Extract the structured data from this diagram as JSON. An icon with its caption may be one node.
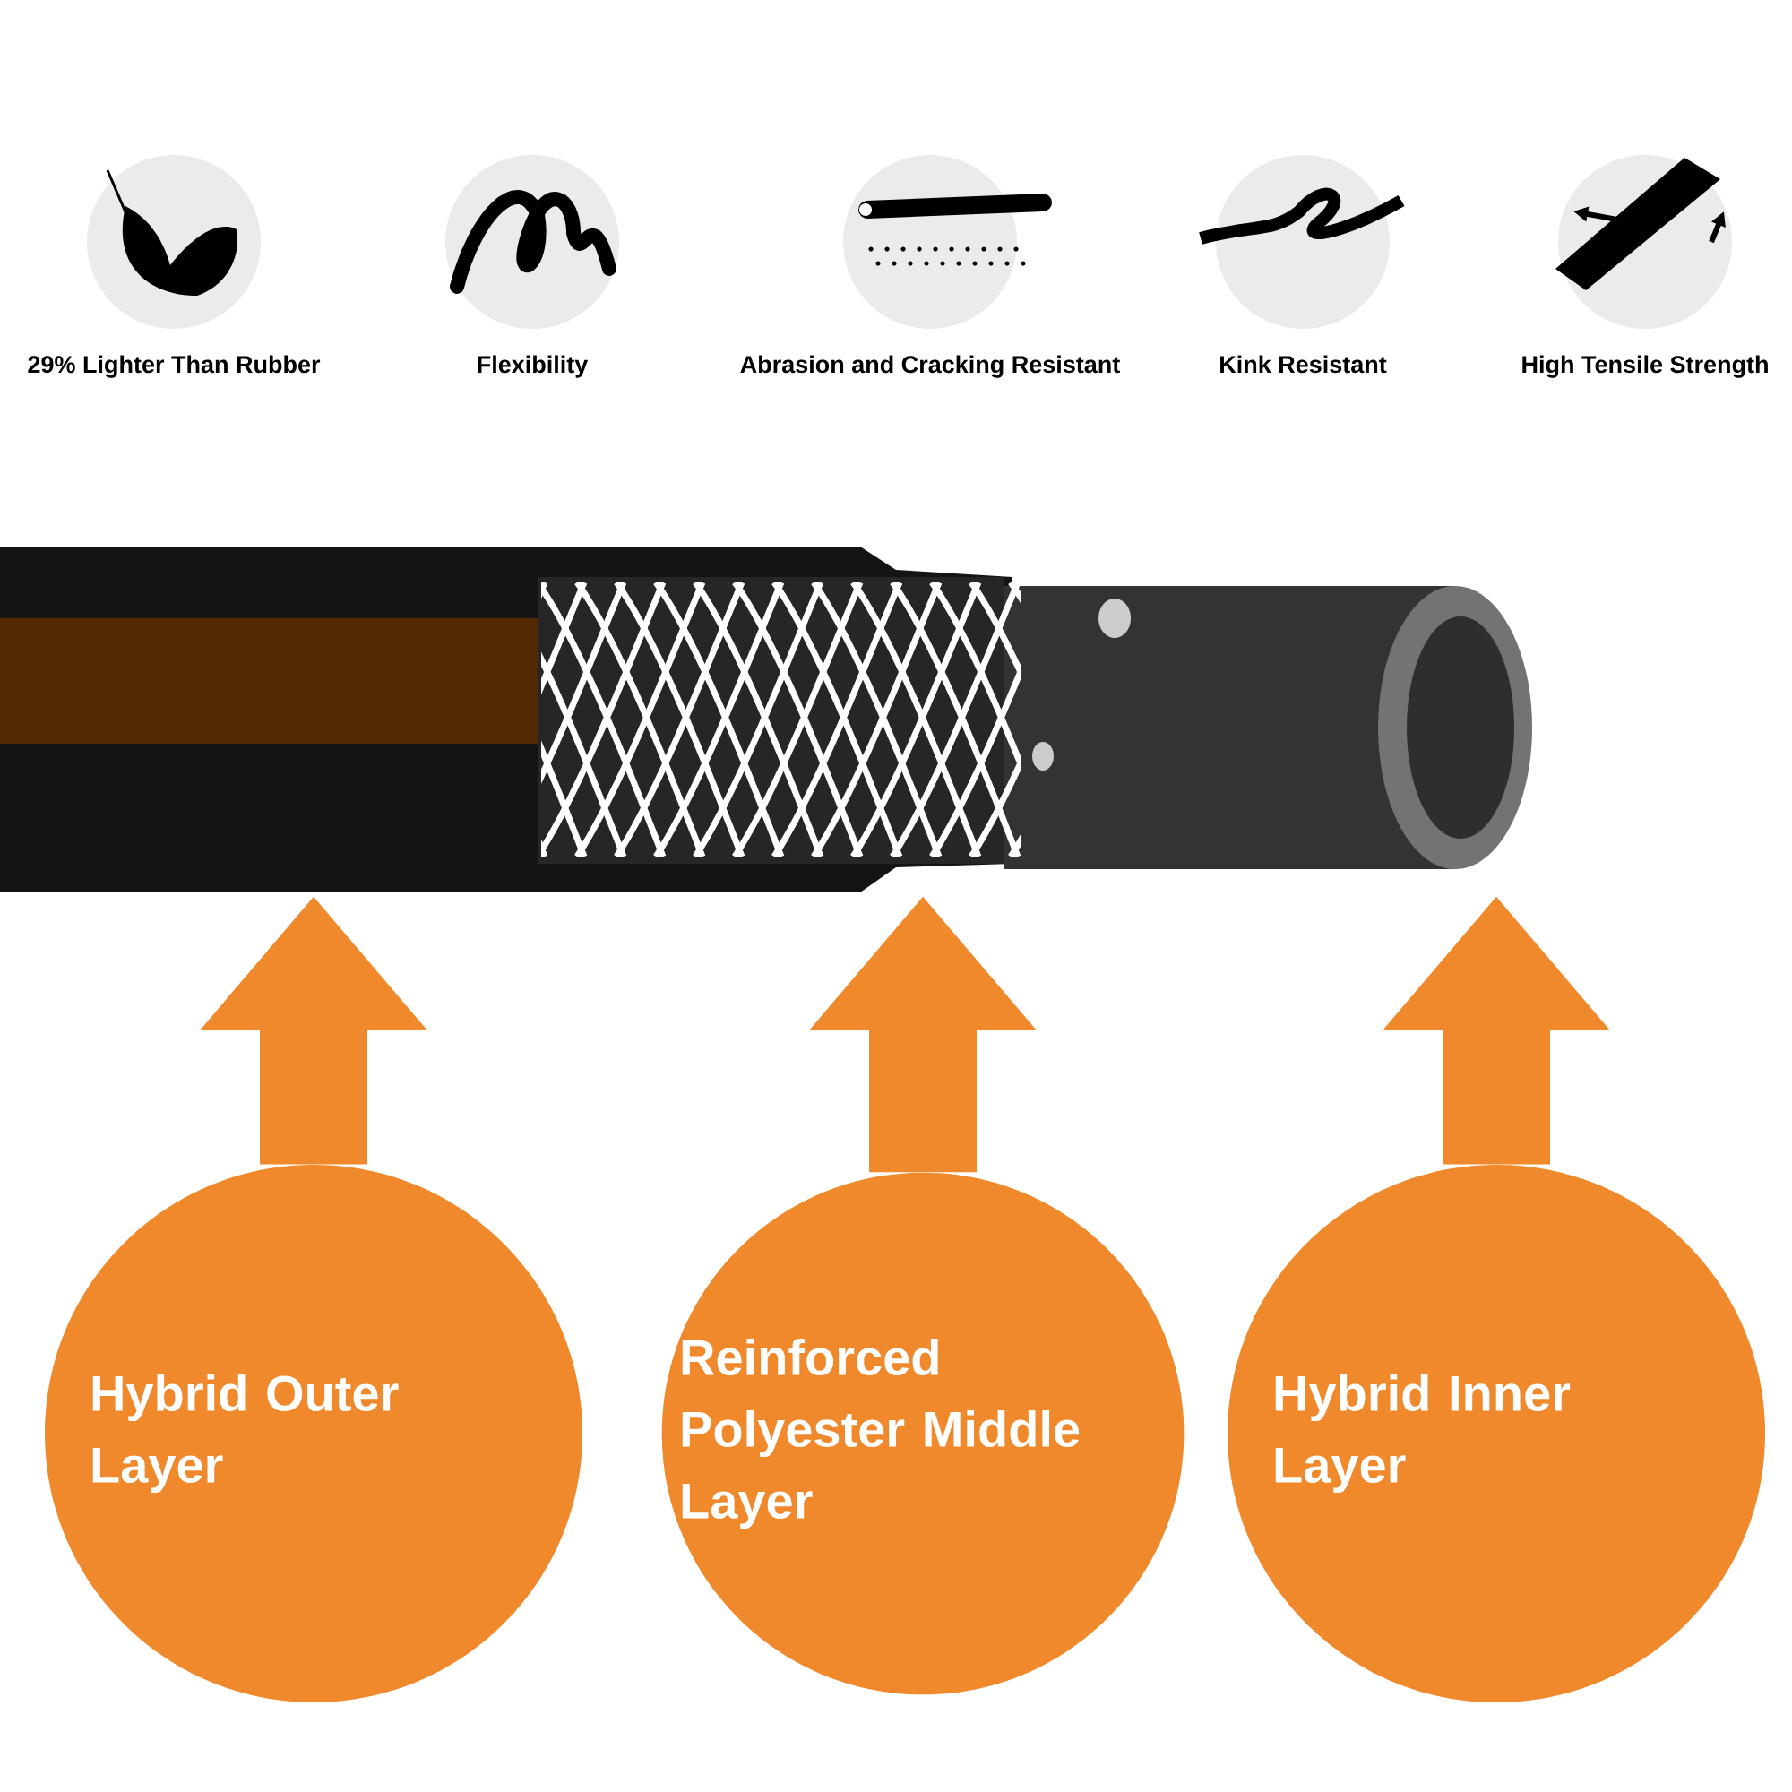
{
  "diagram": {
    "nodes": [
      {
        "text": [
          "29% Lighter Than Rubber"
        ]
      },
      {
        "text": [
          "Flexibility"
        ]
      },
      {
        "text": [
          "Abrasion and Cracking Resistant"
        ]
      },
      {
        "text": [
          "Kink Resistant"
        ]
      },
      {
        "text": [
          "High Tensile Strength"
        ]
      },
      {
        "text": [
          "Hybrid Outer Layer"
        ]
      },
      {
        "text": [
          "Reinforced Polyester Middle Layer"
        ]
      },
      {
        "text": [
          "Hybrid Inner Layer"
        ]
      }
    ],
    "edges": [
      {
        "from": 5,
        "to": null,
        "arrow": "to"
      },
      {
        "from": 6,
        "to": null,
        "arrow": "to"
      },
      {
        "from": 7,
        "to": null,
        "arrow": "to"
      }
    ]
  }
}
